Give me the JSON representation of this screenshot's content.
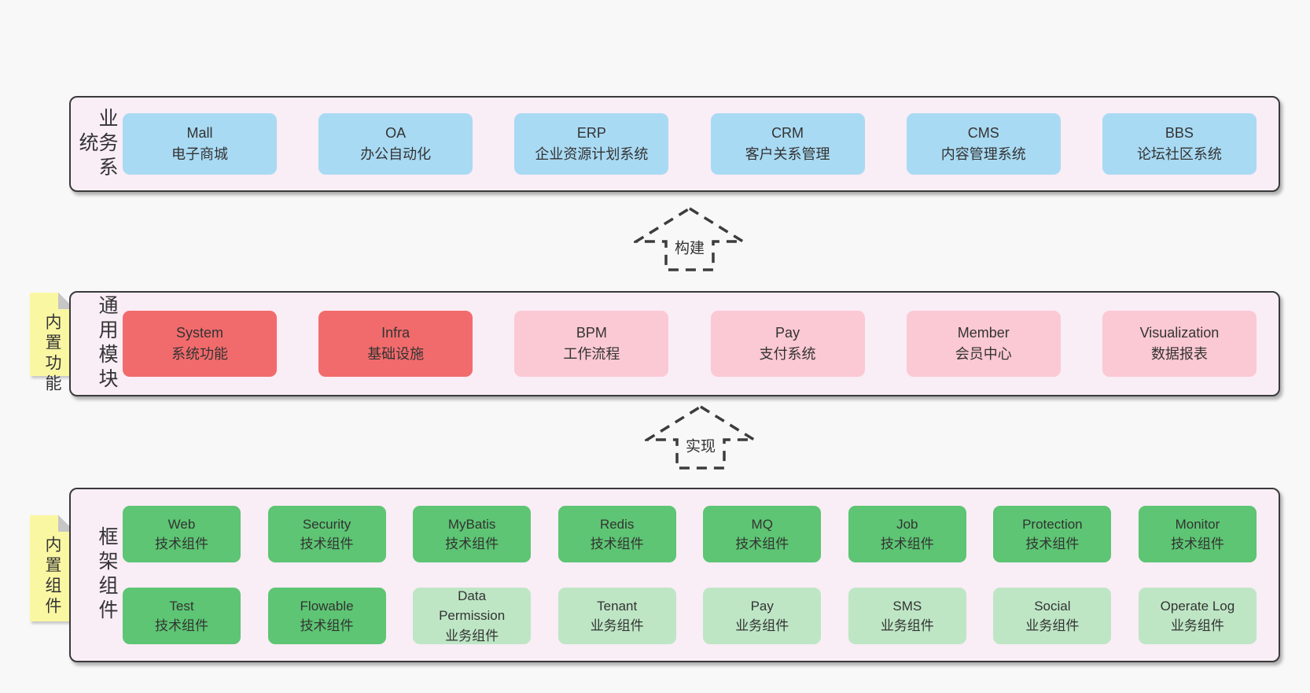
{
  "colors": {
    "page_bg": "#f8f8f8",
    "panel_bg": "#f9edf6",
    "panel_border": "#3a3a3a",
    "business_system_box": "#a9daf3",
    "core_module_box": "#f26b6c",
    "extension_module_box": "#fbc9d3",
    "tech_component_box": "#5dc573",
    "biz_component_box": "#bee6c5",
    "sticky_note": "#faf7a3",
    "text": "#333333"
  },
  "stickies": [
    {
      "label": "内置功能"
    },
    {
      "label": "内置组件"
    }
  ],
  "arrows": [
    {
      "label": "构建"
    },
    {
      "label": "实现"
    }
  ],
  "panels": [
    {
      "label": "业务系统",
      "rows": [
        [
          {
            "name": "Mall",
            "desc": "电子商城",
            "variant": "blue"
          },
          {
            "name": "OA",
            "desc": "办公自动化",
            "variant": "blue"
          },
          {
            "name": "ERP",
            "desc": "企业资源计划系统",
            "variant": "blue"
          },
          {
            "name": "CRM",
            "desc": "客户关系管理",
            "variant": "blue"
          },
          {
            "name": "CMS",
            "desc": "内容管理系统",
            "variant": "blue"
          },
          {
            "name": "BBS",
            "desc": "论坛社区系统",
            "variant": "blue"
          }
        ]
      ]
    },
    {
      "label": "通用模块",
      "rows": [
        [
          {
            "name": "System",
            "desc": "系统功能",
            "variant": "red"
          },
          {
            "name": "Infra",
            "desc": "基础设施",
            "variant": "red"
          },
          {
            "name": "BPM",
            "desc": "工作流程",
            "variant": "pink"
          },
          {
            "name": "Pay",
            "desc": "支付系统",
            "variant": "pink"
          },
          {
            "name": "Member",
            "desc": "会员中心",
            "variant": "pink"
          },
          {
            "name": "Visualization",
            "desc": "数据报表",
            "variant": "pink"
          }
        ]
      ]
    },
    {
      "label": "框架组件",
      "rows": [
        [
          {
            "name": "Web",
            "desc": "技术组件",
            "variant": "green"
          },
          {
            "name": "Security",
            "desc": "技术组件",
            "variant": "green"
          },
          {
            "name": "MyBatis",
            "desc": "技术组件",
            "variant": "green"
          },
          {
            "name": "Redis",
            "desc": "技术组件",
            "variant": "green"
          },
          {
            "name": "MQ",
            "desc": "技术组件",
            "variant": "green"
          },
          {
            "name": "Job",
            "desc": "技术组件",
            "variant": "green"
          },
          {
            "name": "Protection",
            "desc": "技术组件",
            "variant": "green"
          },
          {
            "name": "Monitor",
            "desc": "技术组件",
            "variant": "green"
          }
        ],
        [
          {
            "name": "Test",
            "desc": "技术组件",
            "variant": "green"
          },
          {
            "name": "Flowable",
            "desc": "技术组件",
            "variant": "green"
          },
          {
            "name": "Data Permission",
            "desc": "业务组件",
            "variant": "green-light"
          },
          {
            "name": "Tenant",
            "desc": "业务组件",
            "variant": "green-light"
          },
          {
            "name": "Pay",
            "desc": "业务组件",
            "variant": "green-light"
          },
          {
            "name": "SMS",
            "desc": "业务组件",
            "variant": "green-light"
          },
          {
            "name": "Social",
            "desc": "业务组件",
            "variant": "green-light"
          },
          {
            "name": "Operate Log",
            "desc": "业务组件",
            "variant": "green-light"
          }
        ]
      ]
    }
  ]
}
